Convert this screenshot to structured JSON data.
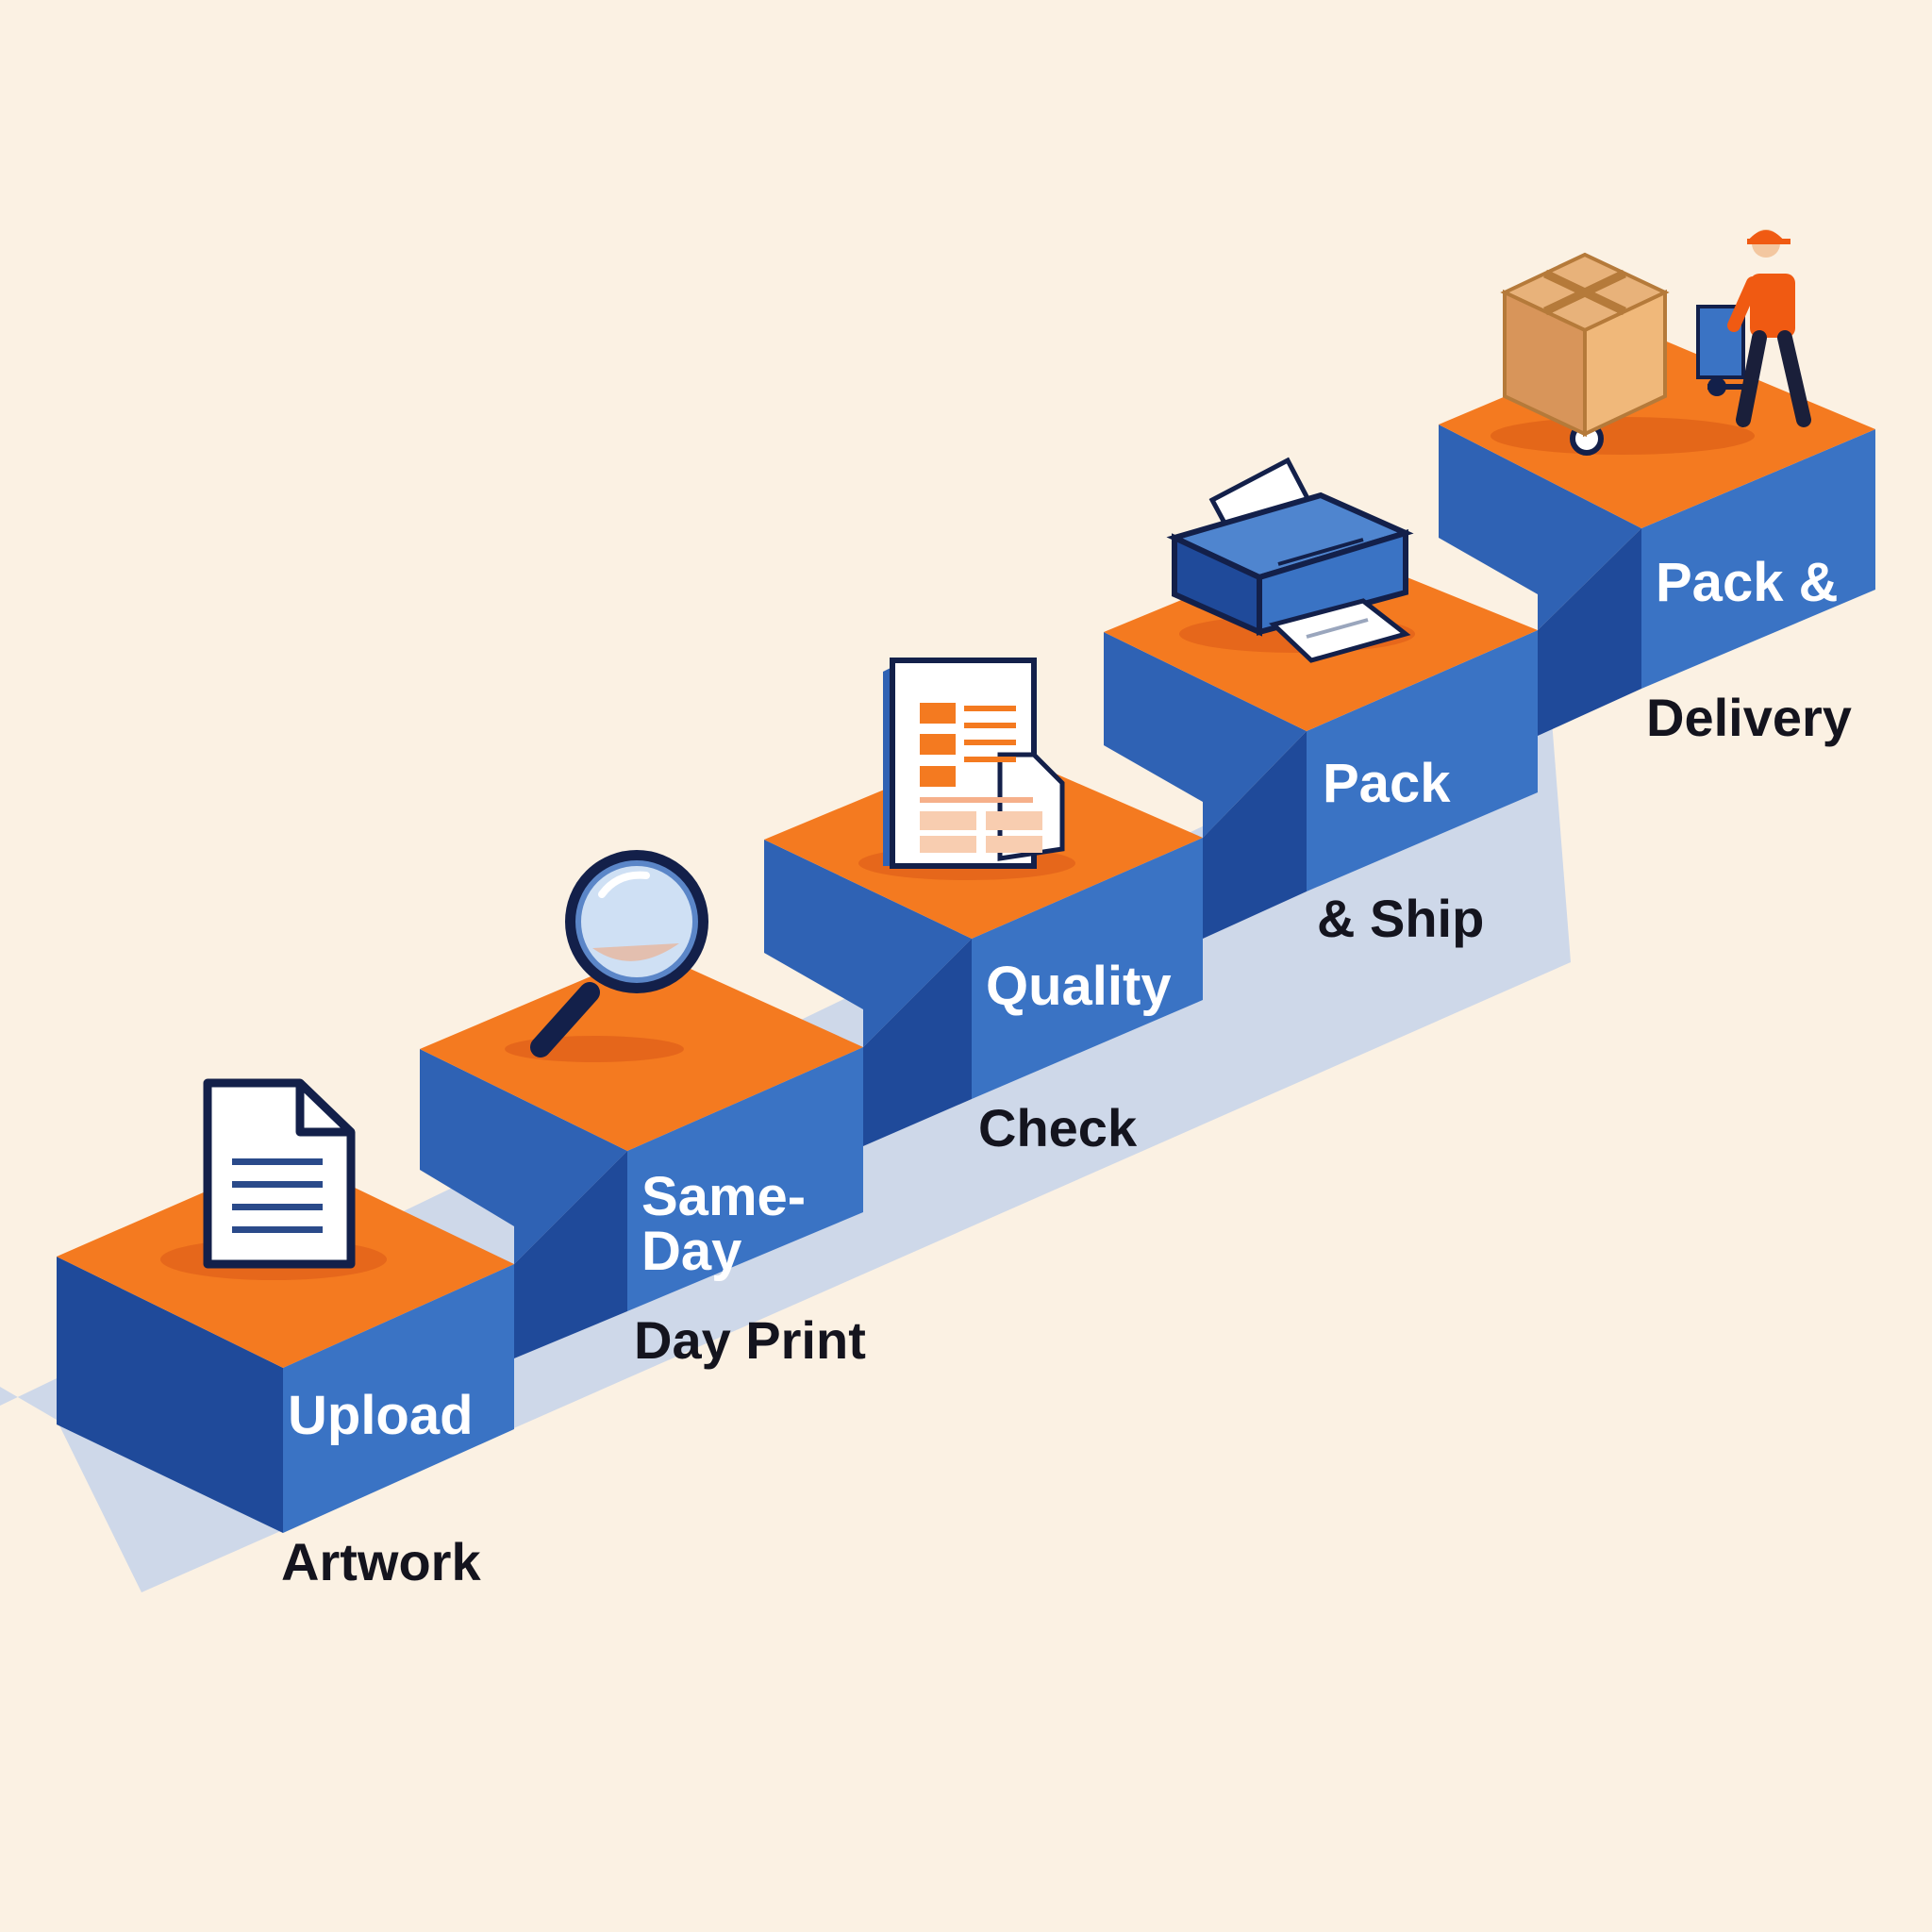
{
  "colors": {
    "background": "#fbf1e3",
    "block_front": "#3a73c4",
    "block_side": "#1f4a9a",
    "block_top": "#f47a20",
    "shadow": "#b9c9e4",
    "outline": "#13204a"
  },
  "steps": [
    {
      "face_lines": [
        "Upload"
      ],
      "below_label": "Artwork",
      "icon": "document-icon"
    },
    {
      "face_lines": [
        "Same-",
        "Day"
      ],
      "below_label": "Day Print",
      "icon": "magnifier-icon"
    },
    {
      "face_lines": [
        "Quality"
      ],
      "below_label": "Check",
      "icon": "report-icon"
    },
    {
      "face_lines": [
        "Pack"
      ],
      "below_label": "& Ship",
      "icon": "printer-icon"
    },
    {
      "face_lines": [
        "Pack &"
      ],
      "below_label": "Delivery",
      "icon": "courier-cart-icon"
    }
  ]
}
